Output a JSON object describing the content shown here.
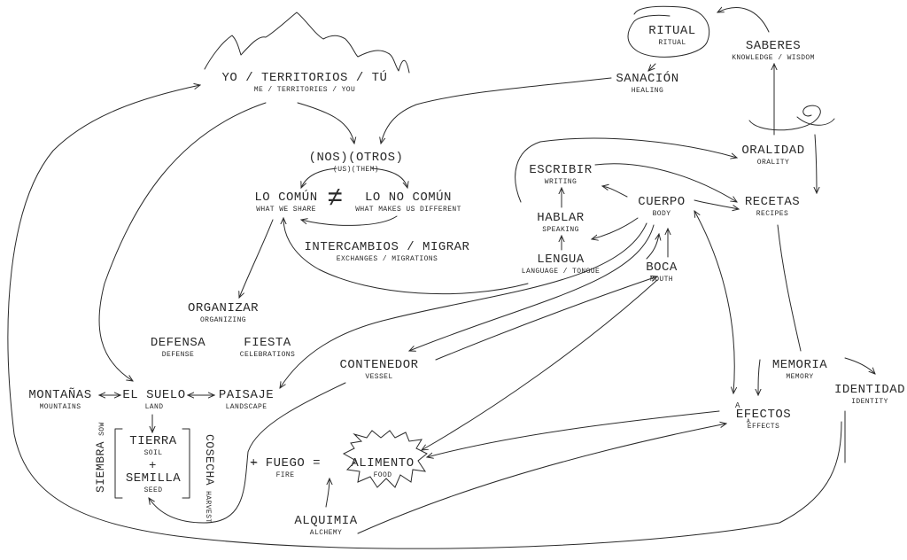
{
  "nodes": {
    "territorios": {
      "main": "YO / TERRITORIOS / TÚ",
      "sub": "ME / TERRITORIES / YOU"
    },
    "nosotros": {
      "main": "(NOS)(OTROS)",
      "sub": "(US)(THEM)"
    },
    "lo_comun": {
      "main": "LO COMÚN",
      "sub": "WHAT WE SHARE"
    },
    "lo_no_comun": {
      "main": "LO NO COMÚN",
      "sub": "WHAT MAKES US DIFFERENT"
    },
    "intercambios": {
      "main": "INTERCAMBIOS / MIGRAR",
      "sub": "EXCHANGES / MIGRATIONS"
    },
    "organizar": {
      "main": "ORGANIZAR",
      "sub": "ORGANIZING"
    },
    "defensa": {
      "main": "DEFENSA",
      "sub": "DEFENSE"
    },
    "fiesta": {
      "main": "FIESTA",
      "sub": "CELEBRATIONS"
    },
    "montanas": {
      "main": "MONTAÑAS",
      "sub": "MOUNTAINS"
    },
    "suelo": {
      "main": "EL SUELO",
      "sub": "LAND"
    },
    "paisaje": {
      "main": "PAISAJE",
      "sub": "LANDSCAPE"
    },
    "tierra": {
      "main": "TIERRA",
      "sub": "SOIL"
    },
    "semilla": {
      "main": "SEMILLA",
      "sub": "SEED"
    },
    "contenedor": {
      "main": "CONTENEDOR",
      "sub": "VESSEL"
    },
    "fuego": {
      "main": "+ FUEGO =",
      "sub": "FIRE"
    },
    "alimento": {
      "main": "ALIMENTO",
      "sub": "FOOD"
    },
    "alquimia": {
      "main": "ALQUIMIA",
      "sub": "ALCHEMY"
    },
    "ritual": {
      "main": "RITUAL",
      "sub": "RITUAL"
    },
    "saberes": {
      "main": "SABERES",
      "sub": "KNOWLEDGE / WISDOM"
    },
    "sanacion": {
      "main": "SANACIÓN",
      "sub": "HEALING"
    },
    "escribir": {
      "main": "ESCRIBIR",
      "sub": "WRITING"
    },
    "hablar": {
      "main": "HABLAR",
      "sub": "SPEAKING"
    },
    "lengua": {
      "main": "LENGUA",
      "sub": "LANGUAGE / TONGUE"
    },
    "cuerpo": {
      "main": "CUERPO",
      "sub": "BODY"
    },
    "boca": {
      "main": "BOCA",
      "sub": "MOUTH"
    },
    "oralidad": {
      "main": "ORALIDAD",
      "sub": "ORALITY"
    },
    "recetas": {
      "main": "RECETAS",
      "sub": "RECIPES"
    },
    "memoria": {
      "main": "MEMORIA",
      "sub": "MEMORY"
    },
    "identidad": {
      "main": "IDENTIDAD",
      "sub": "IDENTITY"
    },
    "afectos": {
      "main": "EFECTOS",
      "sub": "EFFECTS",
      "overlay": "A"
    }
  },
  "symbols": {
    "not_equal": "≠",
    "plus": "+"
  },
  "vertical_labels": {
    "siembra": {
      "main": "SIEMBRA",
      "sub": "SOW"
    },
    "cosecha": {
      "main": "COSECHA",
      "sub": "HARVEST"
    }
  },
  "colors": {
    "ink": "#2a2a2a",
    "background": "#ffffff"
  }
}
